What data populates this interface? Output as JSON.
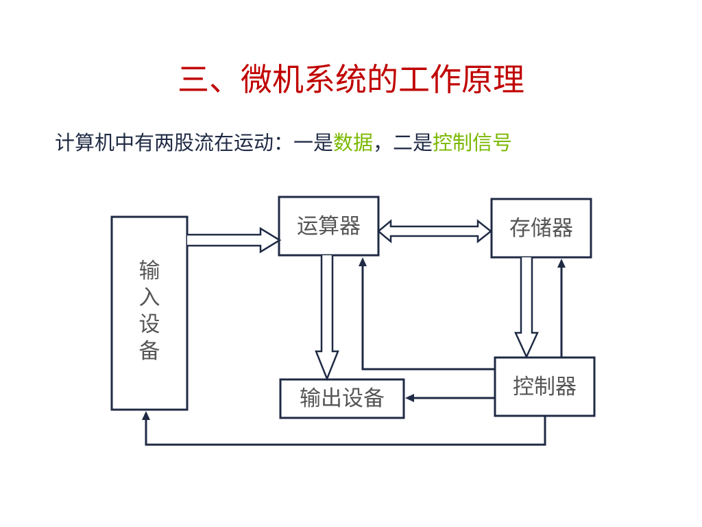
{
  "slide": {
    "title": "三、微机系统的工作原理",
    "subtitle_prefix": "计算机中有两股流在运动：一是",
    "subtitle_data": "数据",
    "subtitle_sep": "，二是",
    "subtitle_control": "控制信号"
  },
  "nodes": {
    "input": [
      "输",
      "入",
      "设",
      "备"
    ],
    "alu": "运算器",
    "memory": "存储器",
    "output": "输出设备",
    "controller": "控制器"
  },
  "colors": {
    "title": "#c00000",
    "highlight": "#7ab800",
    "text": "#1f2a44",
    "line": "#1f2a44",
    "label": "#555555"
  }
}
